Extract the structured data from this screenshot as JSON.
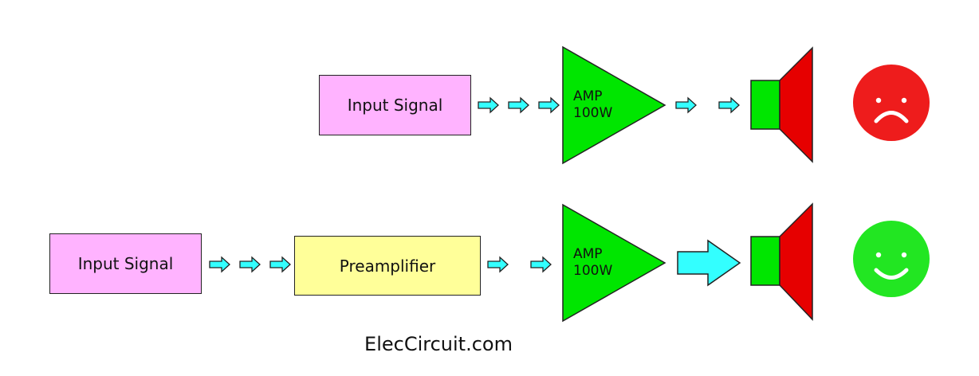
{
  "colors": {
    "input_box": "#ffb3ff",
    "preamp_box": "#ffff99",
    "amp": "#00e600",
    "arrow": "#33ffff",
    "speaker_magnet": "#00e600",
    "speaker_cone": "#e60000",
    "sad_face": "#ee1c1c",
    "happy_face": "#22e622",
    "outline": "#222222"
  },
  "rows": [
    {
      "input_label": "Input Signal",
      "amp_line1": "AMP",
      "amp_line2": "100W",
      "result_icon": "sad-face-icon"
    },
    {
      "input_label": "Input Signal",
      "preamp_label": "Preamplifier",
      "amp_line1": "AMP",
      "amp_line2": "100W",
      "result_icon": "happy-face-icon"
    }
  ],
  "watermark": "ElecCircuit.com"
}
